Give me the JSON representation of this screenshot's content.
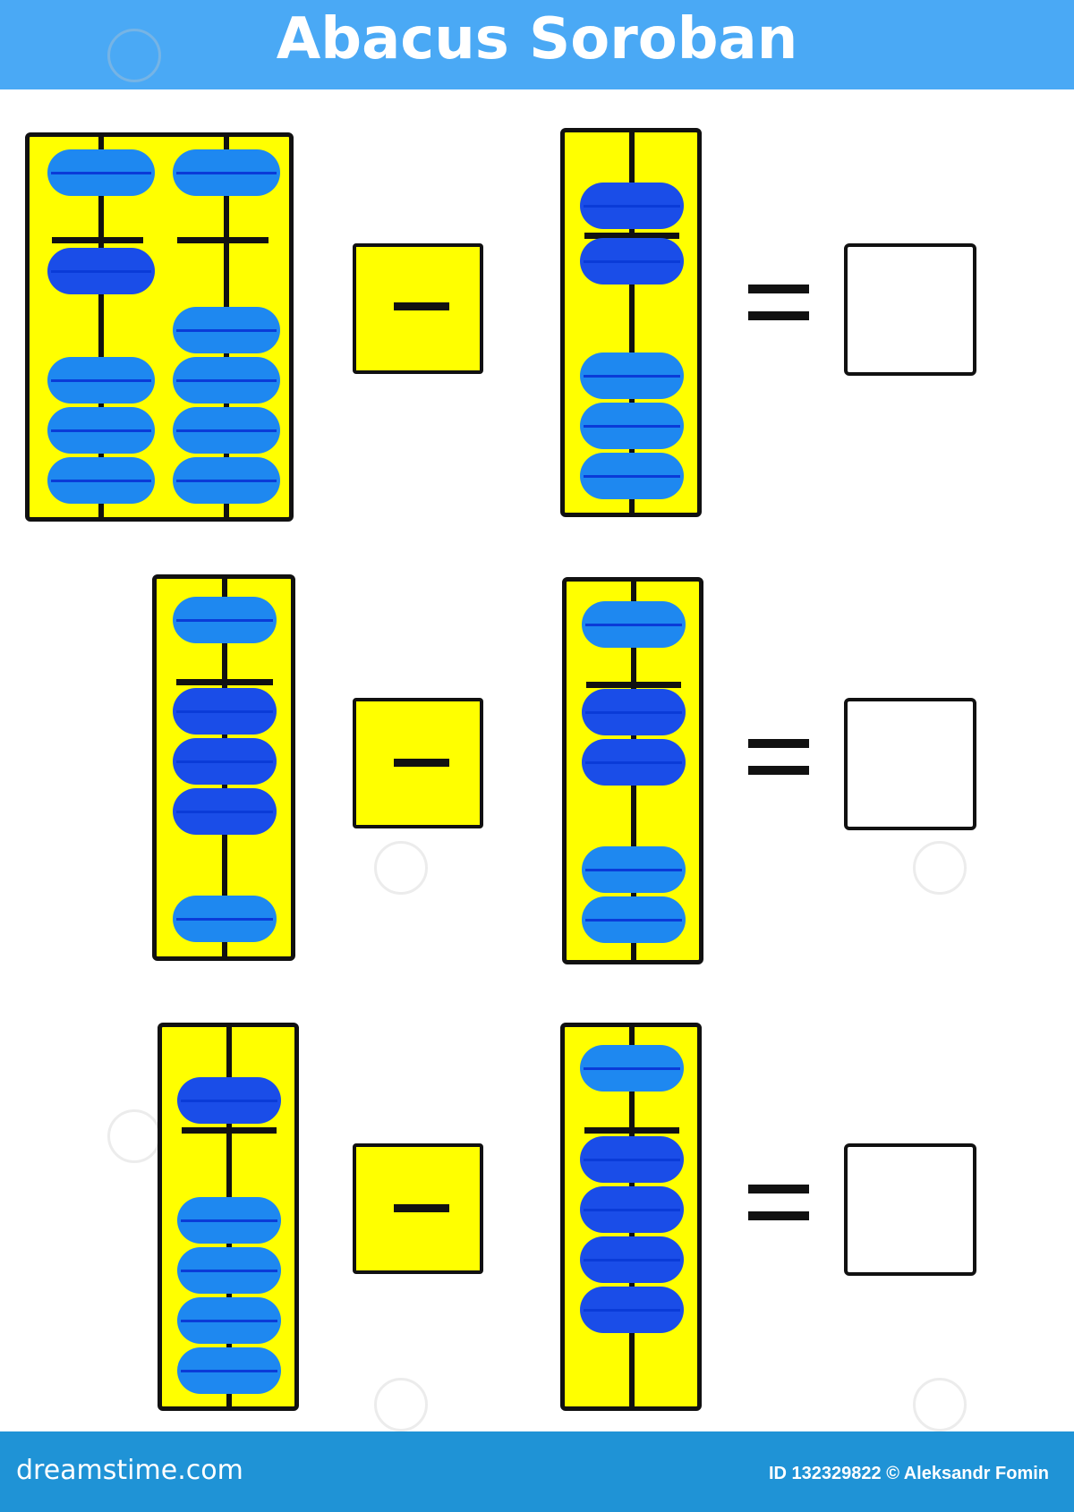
{
  "header": {
    "title": "Abacus Soroban"
  },
  "footer": {
    "site": "dreamstime.com",
    "credit": "ID 132329822 © Aleksandr Fomin"
  },
  "colors": {
    "header_bg": "#4aa9f5",
    "footer_bg": "#1f93d6",
    "frame_fill": "#ffff00",
    "bead_light": "#1e88f0",
    "bead_dark": "#1a4de8",
    "outline": "#111111"
  },
  "problems": [
    {
      "operator": "minus",
      "left_rods": 2,
      "right_rods": 1,
      "answer": ""
    },
    {
      "operator": "minus",
      "left_rods": 1,
      "right_rods": 1,
      "answer": ""
    },
    {
      "operator": "minus",
      "left_rods": 1,
      "right_rods": 1,
      "answer": ""
    }
  ]
}
